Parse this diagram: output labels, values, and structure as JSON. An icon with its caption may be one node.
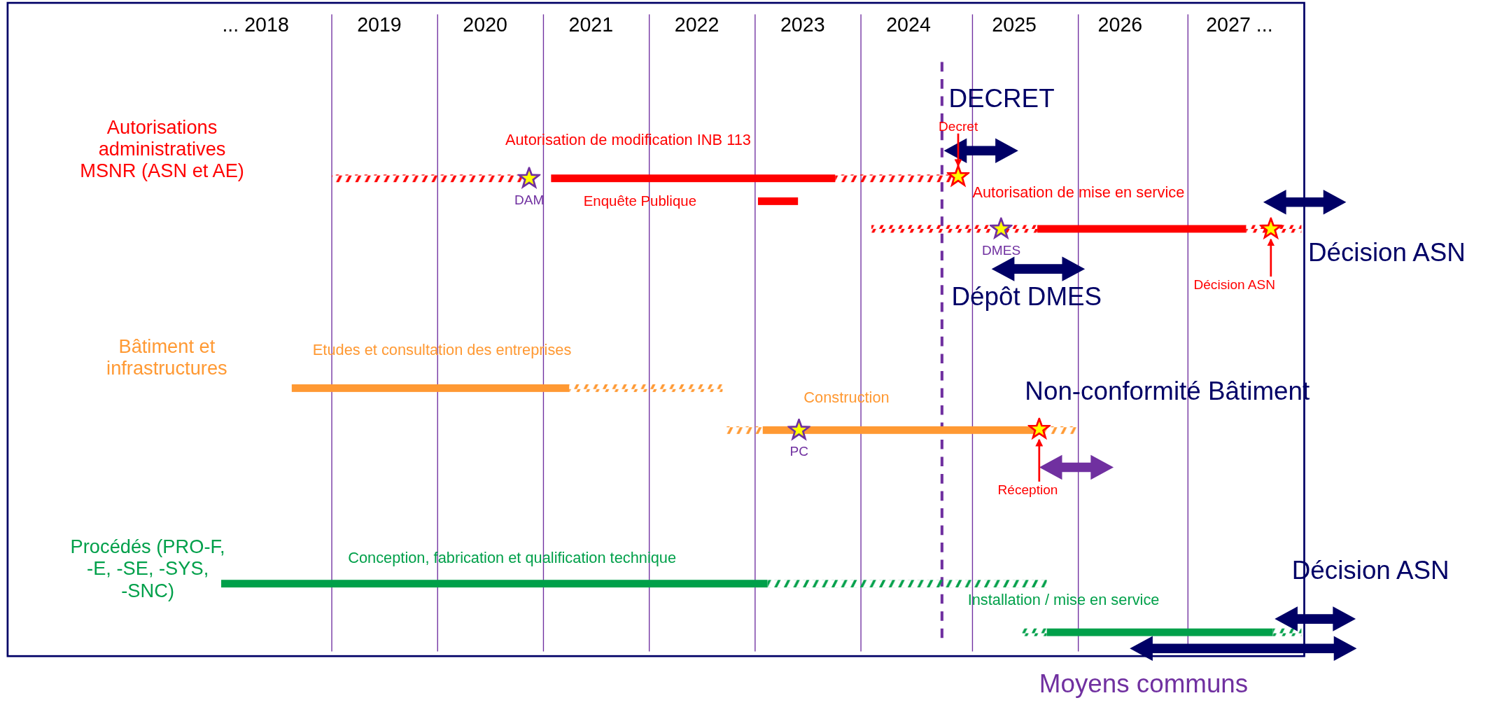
{
  "diagram": {
    "nodes": [
      {
        "text": [
          "Decret"
        ]
      },
      {
        "text": [],
        "shape": "star"
      },
      {
        "text": [],
        "shape": "star",
        "beside": [
          "DAM"
        ]
      },
      {
        "text": [],
        "shape": "star",
        "beside": [
          "DMES"
        ]
      },
      {
        "text": [],
        "shape": "star"
      },
      {
        "text": [
          "Décision ASN"
        ]
      },
      {
        "text": [],
        "shape": "star",
        "beside": [
          "PC"
        ]
      },
      {
        "text": [],
        "shape": "star"
      },
      {
        "text": [
          "Réception"
        ]
      }
    ],
    "edges": [
      {
        "from": 0,
        "to": 1,
        "arrow": "to"
      },
      {
        "from": 5,
        "to": 4,
        "arrow": "to"
      },
      {
        "from": 8,
        "to": 7,
        "arrow": "to"
      }
    ],
    "labels": [
      "... 2018",
      "2019",
      "2020",
      "2021",
      "2022",
      "2023",
      "2024",
      "2025",
      "2026",
      "2027 ...",
      "Autorisations administratives MSNR (ASN et AE)",
      "DECRET",
      "Autorisation de modification INB 113",
      "Enquête Publique",
      "Autorisation de mise en service",
      "Décision ASN",
      "Dépôt DMES",
      "Bâtiment et infrastructures",
      "Etudes et consultation des entreprises",
      "Construction",
      "Non-conformité Bâtiment",
      "Procédés (PRO-F, -E, -SE, -SYS, -SNC)",
      "Conception, fabrication et qualification technique",
      "Décision ASN",
      "Installation / mise en service",
      "Moyens communs"
    ]
  }
}
